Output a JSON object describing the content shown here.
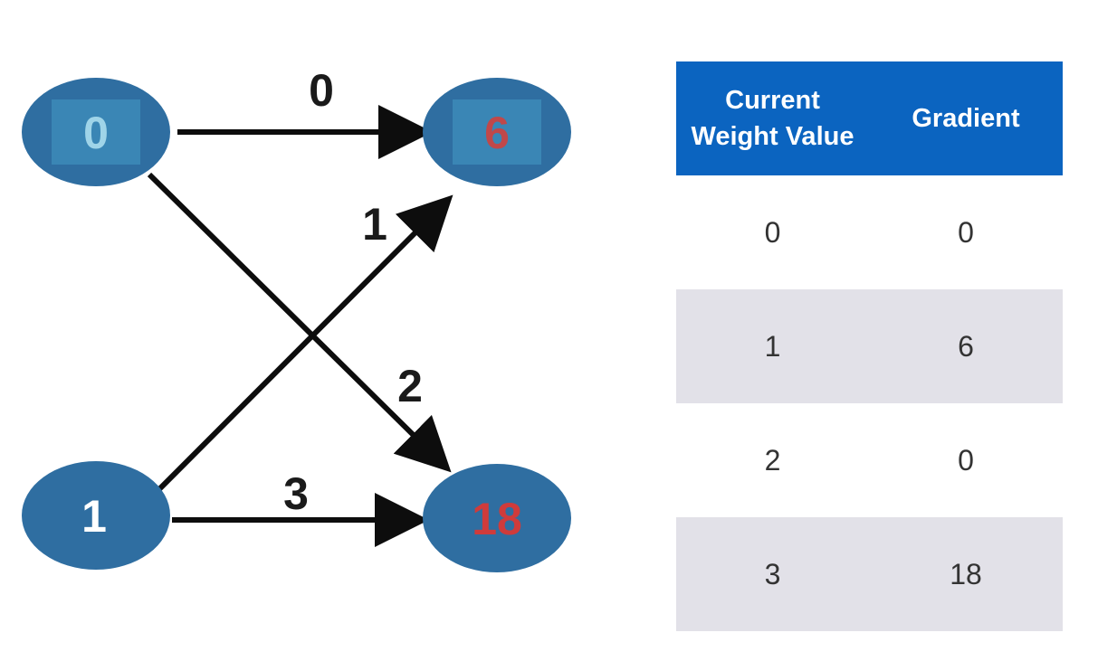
{
  "colors": {
    "node_fill": "#2f6ea1",
    "node_text_light": "#9fd4e8",
    "node_text_white": "#ffffff",
    "node_text_red": "#cf3b3b",
    "highlight_box": "#3a86b5",
    "arrow": "#0d0d0d",
    "table_header_bg": "#0b64c0",
    "table_row_alt": "#e2e1e8",
    "table_row": "#ffffff"
  },
  "nodes": [
    {
      "id": "input-0",
      "label": "0"
    },
    {
      "id": "output-6",
      "label": "6"
    },
    {
      "id": "input-1",
      "label": "1"
    },
    {
      "id": "output-18",
      "label": "18"
    }
  ],
  "edges": [
    {
      "from": "input-0",
      "to": "output-6",
      "weight_label": "0"
    },
    {
      "from": "input-1",
      "to": "output-6",
      "weight_label": "1"
    },
    {
      "from": "input-0",
      "to": "output-18",
      "weight_label": "2"
    },
    {
      "from": "input-1",
      "to": "output-18",
      "weight_label": "3"
    }
  ],
  "table": {
    "headers": [
      "Current Weight Value",
      "Gradient"
    ],
    "header_lines": [
      [
        "Current",
        "Weight Value"
      ],
      [
        "Gradient"
      ]
    ],
    "rows": [
      [
        "0",
        "0"
      ],
      [
        "1",
        "6"
      ],
      [
        "2",
        "0"
      ],
      [
        "3",
        "18"
      ]
    ]
  }
}
